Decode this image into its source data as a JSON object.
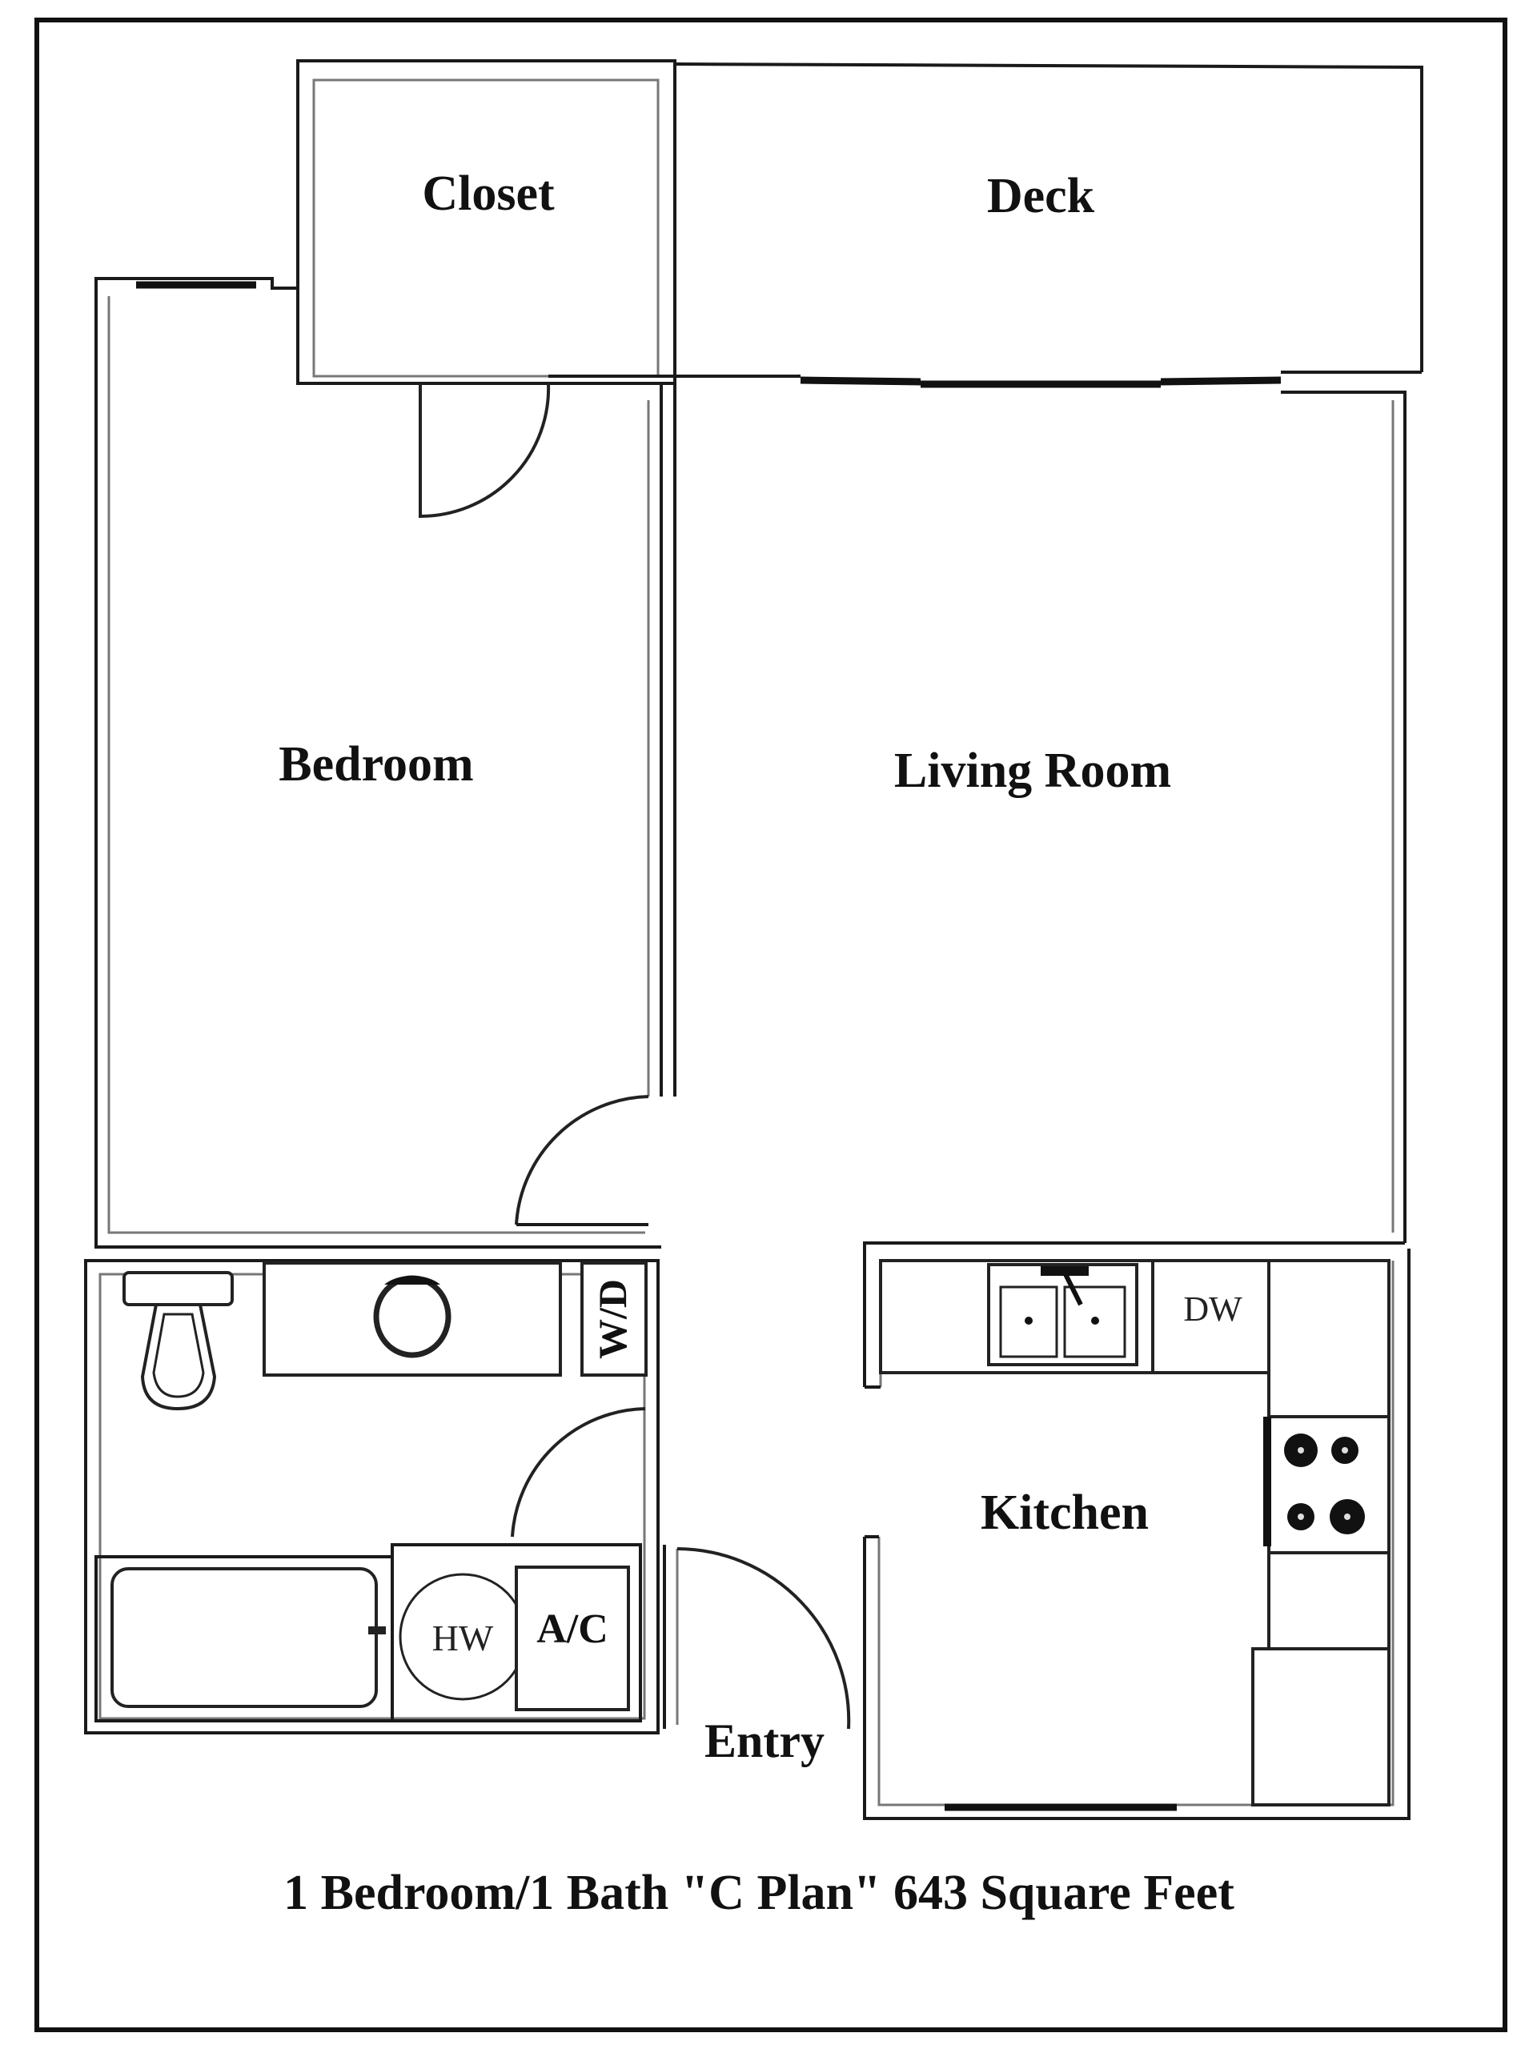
{
  "plan": {
    "title": "1 Bedroom/1 Bath \"C Plan\" 643 Square Feet",
    "rooms": {
      "closet": "Closet",
      "deck": "Deck",
      "bedroom": "Bedroom",
      "living_room": "Living Room",
      "kitchen": "Kitchen",
      "entry": "Entry"
    },
    "fixtures": {
      "washer_dryer": "W/D",
      "dishwasher": "DW",
      "hot_water": "HW",
      "air_conditioner": "A/C"
    }
  },
  "colors": {
    "line": "#1a1a1a",
    "background": "#ffffff"
  }
}
